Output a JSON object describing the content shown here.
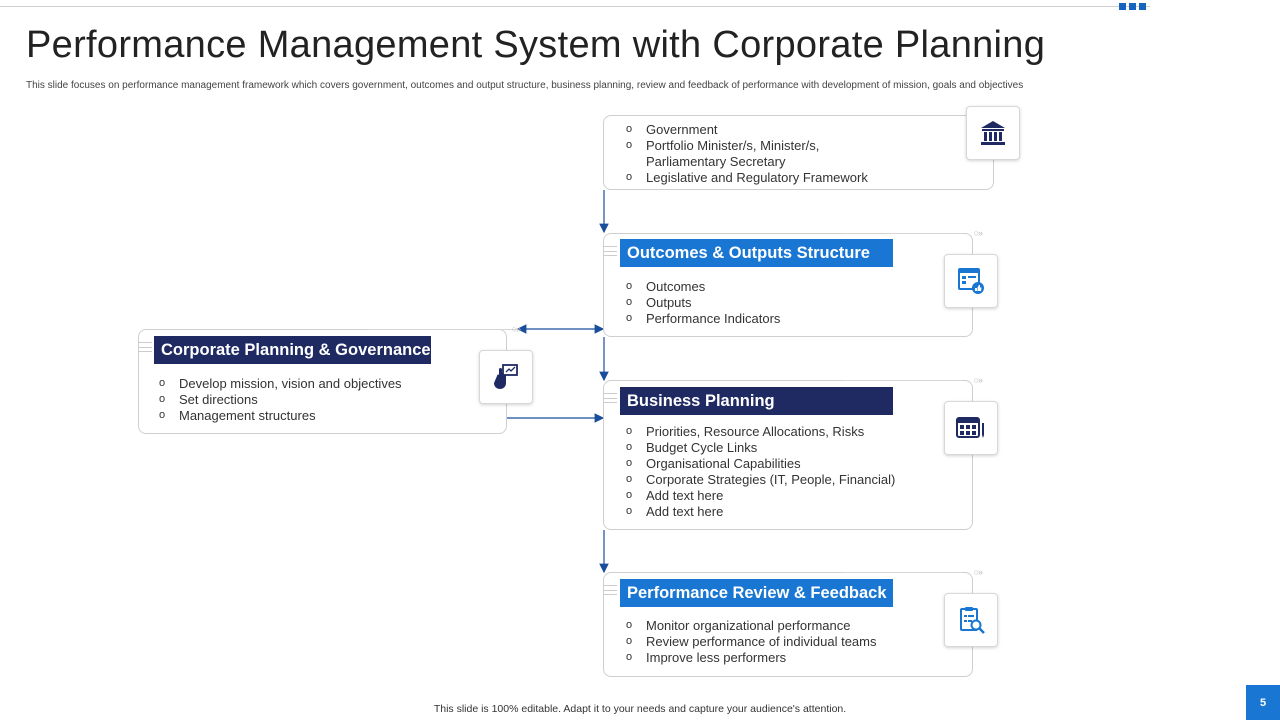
{
  "slide": {
    "title": "Performance Management System with Corporate Planning",
    "subtitle": "This slide focuses on performance management framework which covers government, outcomes and output structure, business planning, review and feedback of performance with development of mission, goals and objectives",
    "footer": "This slide is 100% editable.  Adapt it to your needs and capture your audience's attention.",
    "page_number": "5"
  },
  "colors": {
    "navy": "#1f2a63",
    "blue": "#1976d2",
    "arrow": "#1a4e9c"
  },
  "government": {
    "items": [
      "Government",
      "Portfolio Minister/s, Minister/s,",
      "Parliamentary  Secretary",
      "Legislative  and  Regulatory  Framework"
    ],
    "icon": "government-building-icon"
  },
  "outcomes": {
    "header": "Outcomes & Outputs Structure",
    "items": [
      "Outcomes",
      "Outputs",
      "Performance  Indicators"
    ],
    "icon": "dashboard-thumbs-up-icon"
  },
  "corporate": {
    "header": "Corporate Planning & Governance",
    "items": [
      "Develop  mission,  vision  and  objectives",
      "Set directions",
      "Management  structures"
    ],
    "icon": "hand-presentation-icon"
  },
  "business": {
    "header": "Business Planning",
    "items": [
      "Priorities,  Resource  Allocations,  Risks",
      "Budget  Cycle  Links",
      "Organisational  Capabilities",
      "Corporate  Strategies  (IT,  People,  Financial)",
      "Add text here",
      "Add text here"
    ],
    "icon": "calendar-planner-icon"
  },
  "review": {
    "header": "Performance Review & Feedback",
    "items": [
      "Monitor  organizational  performance",
      "Review  performance  of individual  teams",
      "Improve   less performers"
    ],
    "icon": "clipboard-search-icon"
  }
}
